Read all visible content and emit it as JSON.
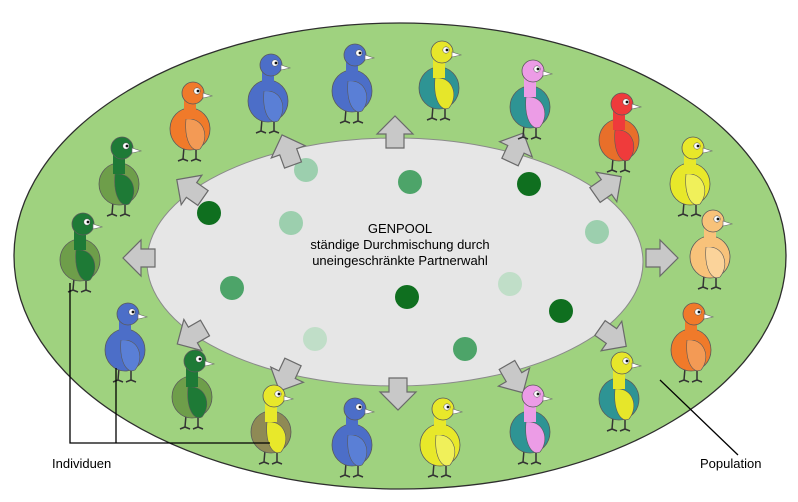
{
  "genpool": {
    "title": "GENPOOL",
    "line1": "ständige Durchmischung durch",
    "line2": "uneingeschränkte Partnerwahl"
  },
  "labels": {
    "individuals": "Individuen",
    "population": "Population"
  },
  "colors": {
    "population_ring": "#9fd27f",
    "population_ring_stroke": "#2e2e2e",
    "genpool_fill": "#e6e6e6",
    "arrow_fill": "#c8c8c8",
    "arrow_stroke": "#6a6a6a",
    "dot_dark": "#0f6f1f",
    "dot_mid": "#4da469",
    "dot_light": "#9ccfae",
    "dot_pale": "#c0dec8"
  },
  "icons": [
    "chick-icon",
    "arrow-icon",
    "gene-dot-icon"
  ],
  "chicks": [
    {
      "body": "#f07a2a",
      "wing": "#f39a55",
      "head": "#f07a2a"
    },
    {
      "body": "#4c6ec8",
      "wing": "#5a7fd6",
      "head": "#4c6ec8"
    },
    {
      "body": "#4c6ec8",
      "wing": "#5a7fd6",
      "head": "#4c6ec8"
    },
    {
      "body": "#2e9494",
      "wing": "#e6e62a",
      "head": "#e6e62a"
    },
    {
      "body": "#2e9494",
      "wing": "#ec9ce6",
      "head": "#ec9ce6"
    },
    {
      "body": "#e86f2a",
      "wing": "#ef3b3b",
      "head": "#ef3b3b"
    },
    {
      "body": "#e8e82a",
      "wing": "#f0f05a",
      "head": "#e8e82a"
    },
    {
      "body": "#f8c27a",
      "wing": "#fbd39a",
      "head": "#f8c27a"
    },
    {
      "body": "#f07a2a",
      "wing": "#f39a55",
      "head": "#f07a2a"
    },
    {
      "body": "#2e9494",
      "wing": "#e6e62a",
      "head": "#e6e62a"
    },
    {
      "body": "#2e9494",
      "wing": "#ec9ce6",
      "head": "#ec9ce6"
    },
    {
      "body": "#e8e82a",
      "wing": "#f0f05a",
      "head": "#e8e82a"
    },
    {
      "body": "#4c6ec8",
      "wing": "#5a7fd6",
      "head": "#4c6ec8"
    },
    {
      "body": "#8f8a55",
      "wing": "#e8e82a",
      "head": "#e8e82a"
    },
    {
      "body": "#6e9e4a",
      "wing": "#1e7a36",
      "head": "#1e7a36"
    },
    {
      "body": "#4c6ec8",
      "wing": "#5a7fd6",
      "head": "#4c6ec8"
    },
    {
      "body": "#6e9e4a",
      "wing": "#1e7a36",
      "head": "#1e7a36"
    },
    {
      "body": "#6e9e4a",
      "wing": "#1e7a36",
      "head": "#1e7a36"
    }
  ]
}
